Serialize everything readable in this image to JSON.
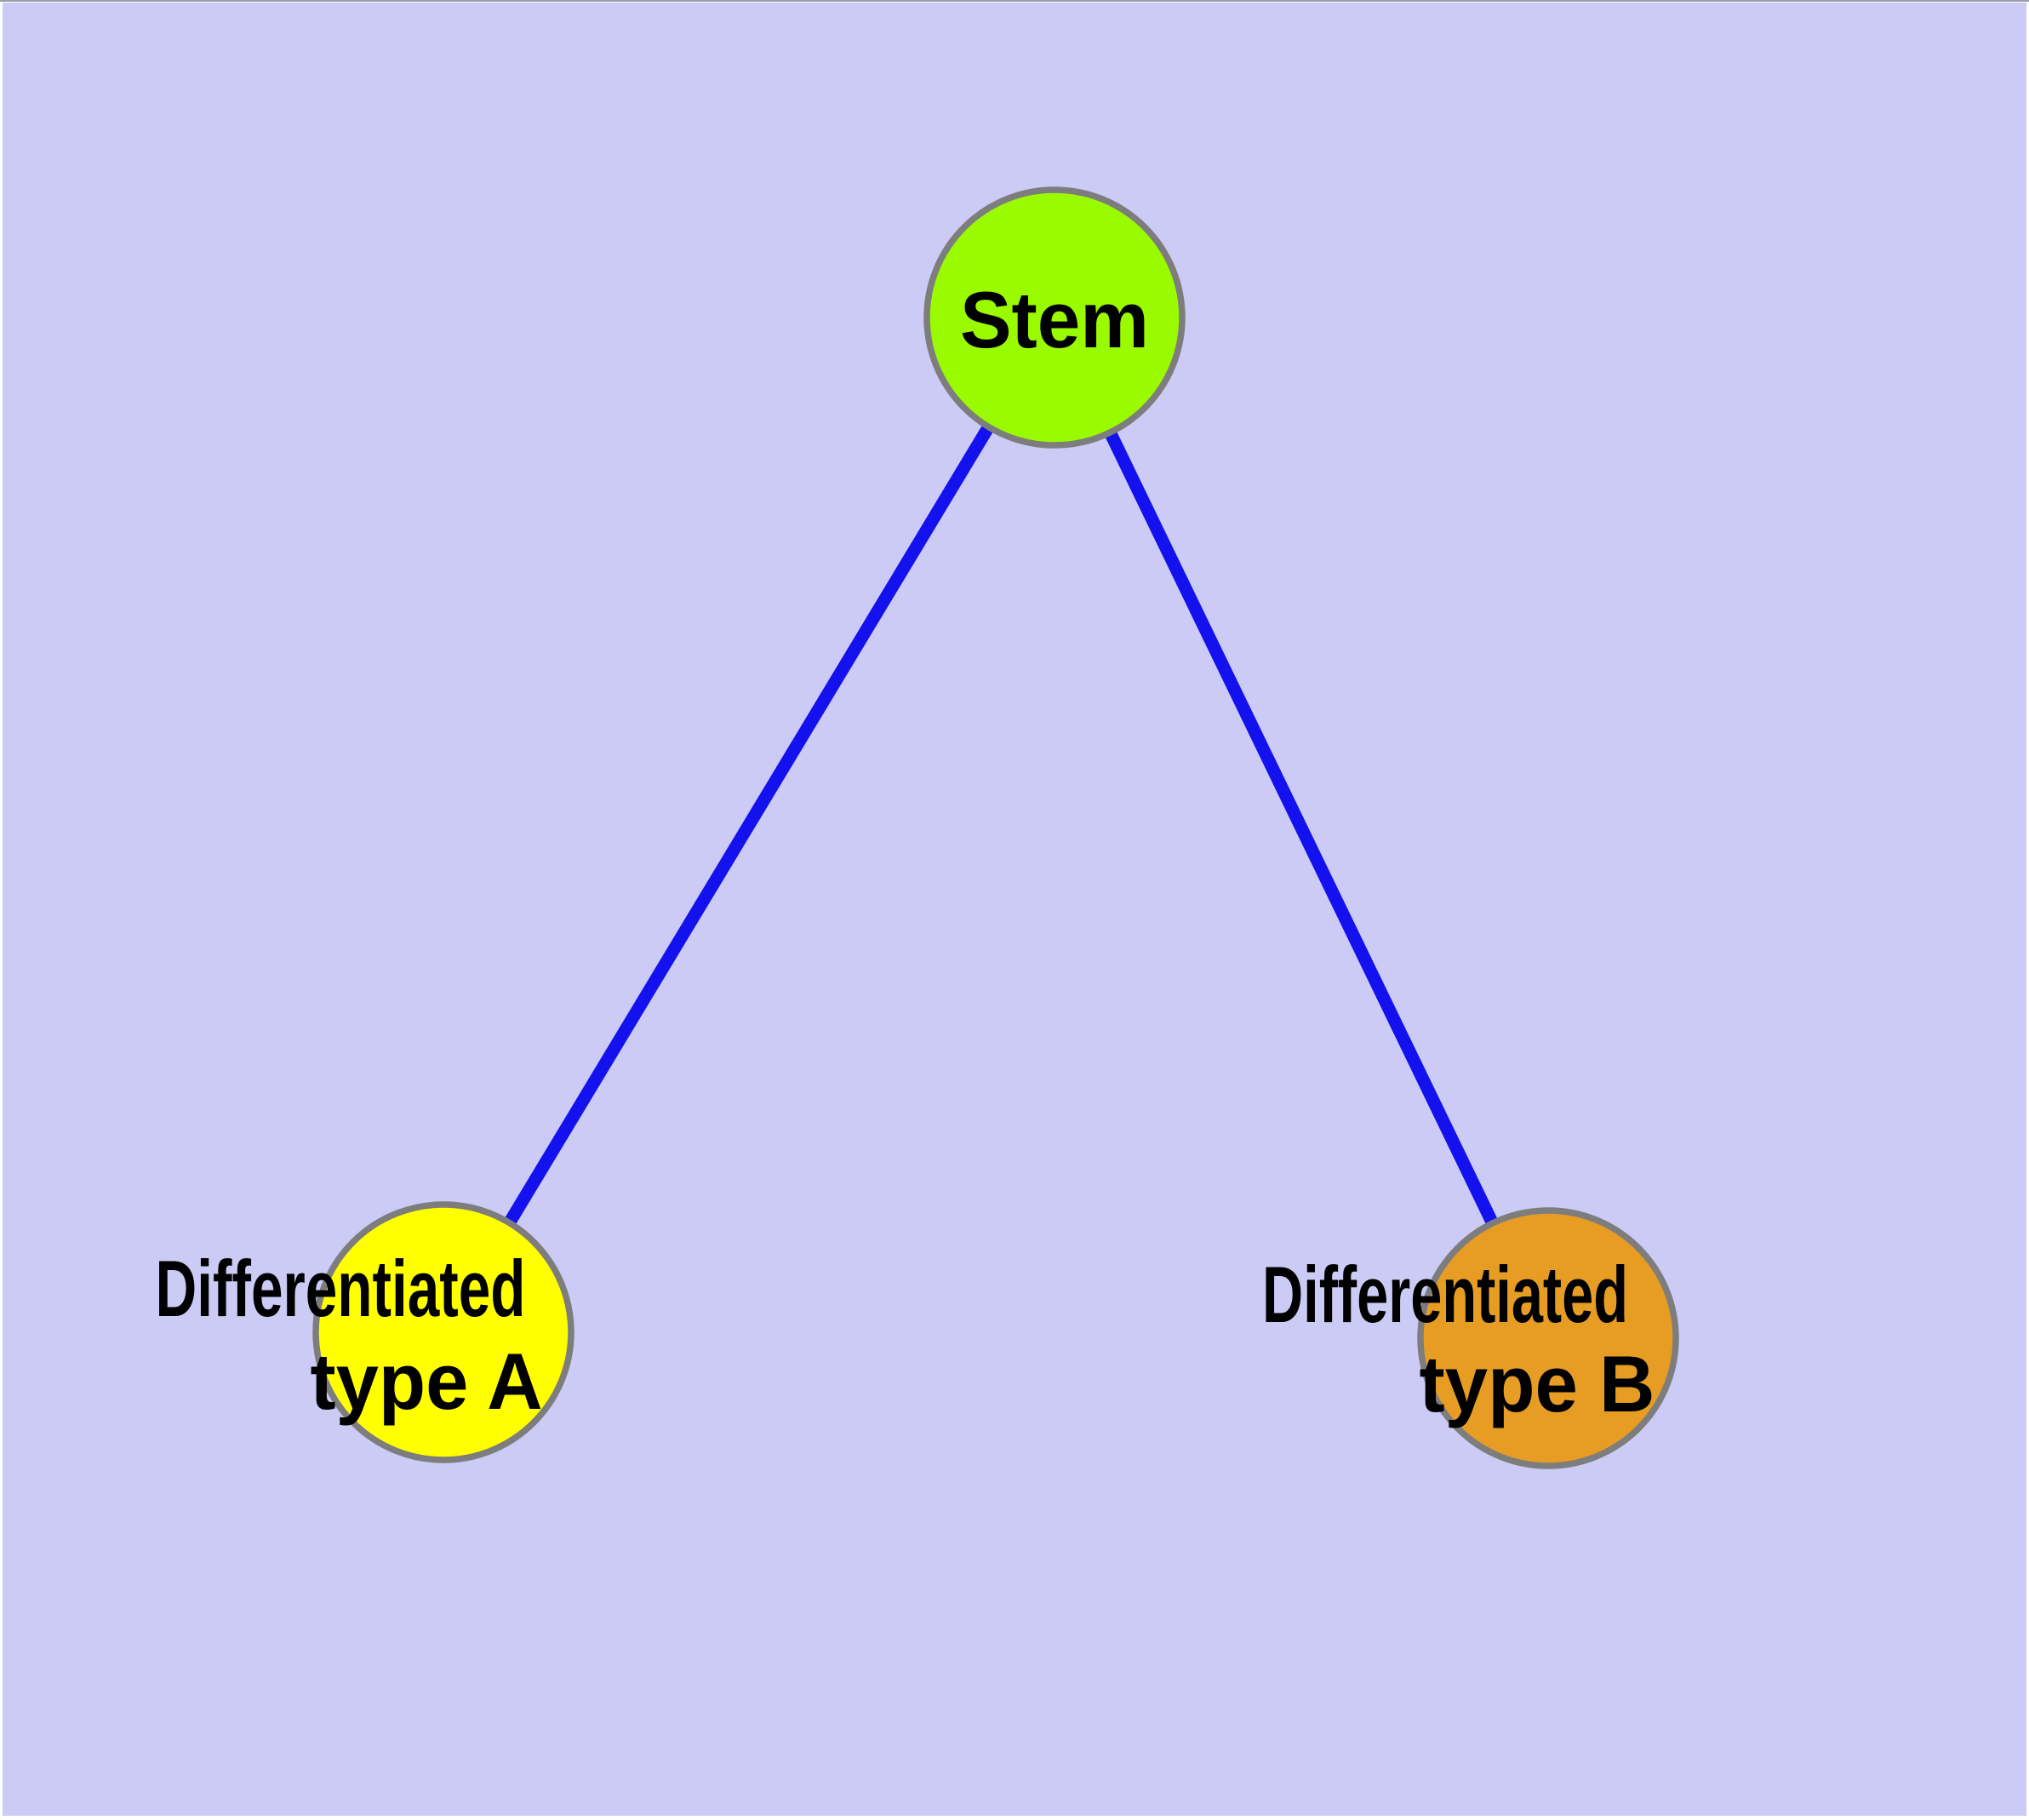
{
  "diagram": {
    "background_color": "#CBCBF6",
    "top_edge_line_color": "#9a9aa8",
    "edge_color": "#1312EE",
    "node_stroke_color": "#7D7D7D",
    "label_color": "#000000",
    "nodes": [
      {
        "id": "stem",
        "label_lines": [
          "Stem"
        ],
        "fill": "#9AFB00"
      },
      {
        "id": "diff-a",
        "label_lines": [
          "Differentiated",
          "type A"
        ],
        "fill": "#FFFF00"
      },
      {
        "id": "diff-b",
        "label_lines": [
          "Differentiated",
          "type B"
        ],
        "fill": "#E79D24"
      }
    ],
    "edges": [
      {
        "from": "Stem",
        "to": "Differentiated type A"
      },
      {
        "from": "Stem",
        "to": "Differentiated type B"
      }
    ]
  }
}
